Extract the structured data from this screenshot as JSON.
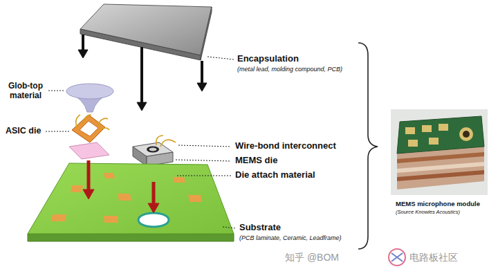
{
  "diagram": {
    "labels": [
      "Encapsulation",
      "(metal lead, molding compound, PCB)",
      "Glob-top material",
      "ASIC die",
      "Wire-bond interconnect",
      "MEMS die",
      "Die attach material",
      "Substrate",
      "(PCB laminate, Ceramic, Leadframe)",
      "MEMS microphone module",
      "(Source Knowles Acoustics)",
      "知乎 @BOM",
      "电路板社区"
    ]
  }
}
